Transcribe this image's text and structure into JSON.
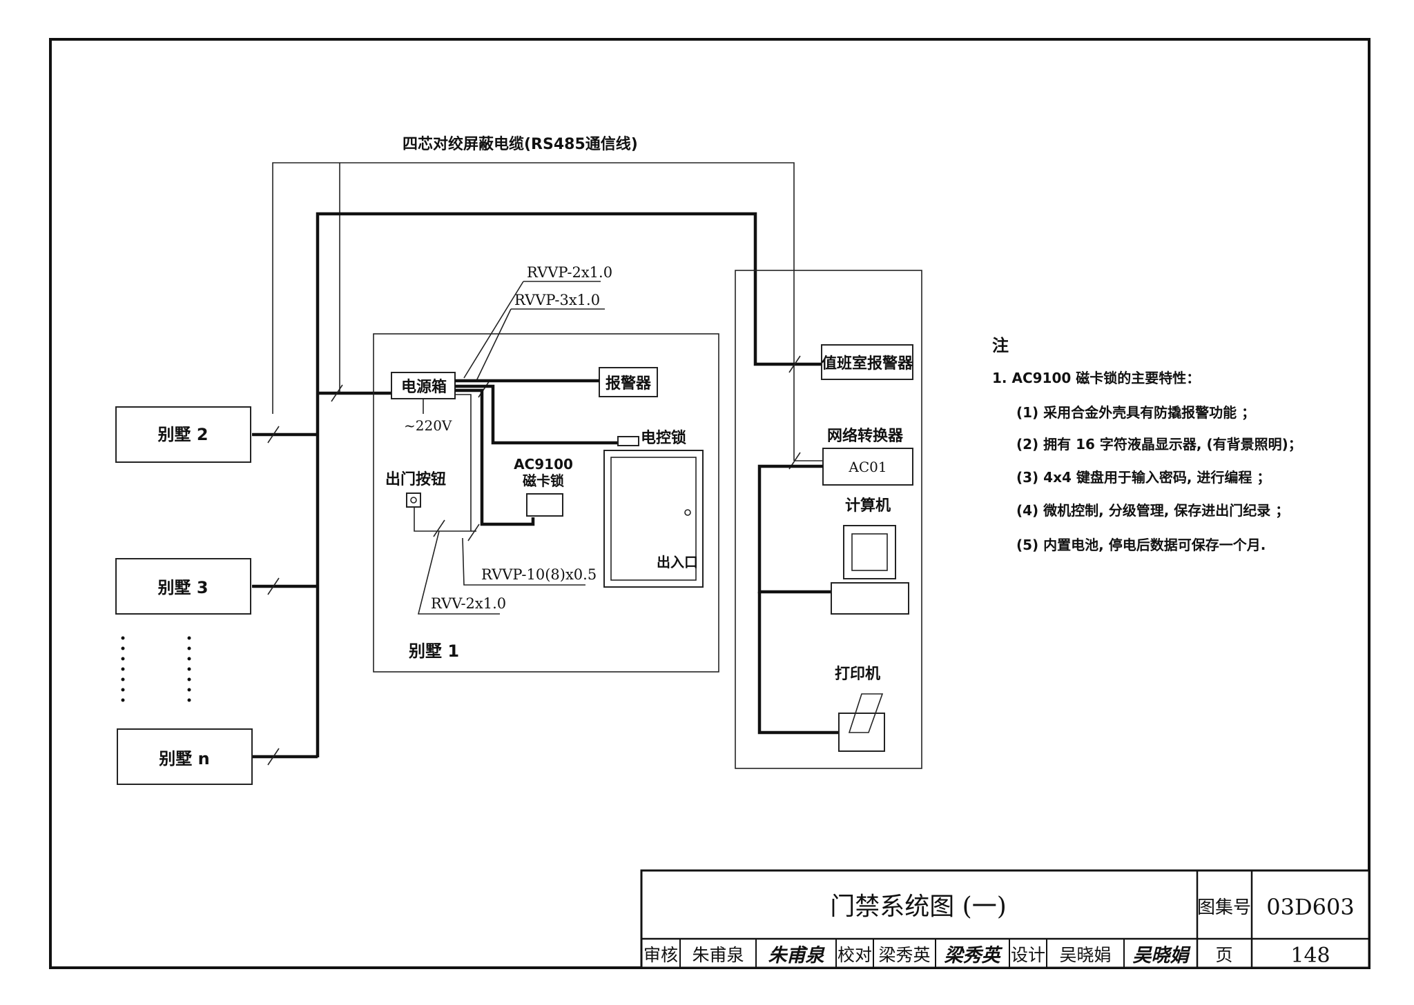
{
  "diagram": {
    "cable_label": "四芯对绞屏蔽电缆(RS485通信线)",
    "wire_labels": {
      "rvvp_2x1": "RVVP-2x1.0",
      "rvvp_3x1": "RVVP-3x1.0",
      "rvvp_10": "RVVP-10(8)x0.5",
      "rvv_2x1": "RVV-2x1.0"
    },
    "villa_boxes": [
      "别墅 2",
      "别墅 3",
      "别墅 n"
    ],
    "villa1": {
      "name": "别墅 1",
      "power_box": "电源箱",
      "voltage": "~220V",
      "alarm": "报警器",
      "electric_lock": "电控锁",
      "exit_button": "出门按钮",
      "card_lock_line1": "AC9100",
      "card_lock_line2": "磁卡锁",
      "door": "出入口"
    },
    "control_room": {
      "duty_alarm": "值班室报警器",
      "network_converter": "网络转换器",
      "converter_model": "AC01",
      "computer": "计算机",
      "printer": "打印机"
    }
  },
  "notes": {
    "heading": "注",
    "item1": "1.  AC9100 磁卡锁的主要特性：",
    "lines": [
      "(1)  采用合金外壳具有防撬报警功能 ；",
      "(2)  拥有 16 字符液晶显示器, (有背景照明)；",
      "(3)  4x4 键盘用于输入密码, 进行编程 ；",
      "(4)  微机控制, 分级管理, 保存进出门纪录 ；",
      "(5)  内置电池, 停电后数据可保存一个月."
    ]
  },
  "title_block": {
    "title": "门禁系统图 (一)",
    "atlas_label": "图集号",
    "atlas_no": "03D603",
    "review_label": "审核",
    "reviewer": "朱甫泉",
    "reviewer_sig": "朱甫泉",
    "check_label": "校对",
    "checker": "梁秀英",
    "checker_sig": "梁秀英",
    "design_label": "设计",
    "designer": "吴晓娟",
    "designer_sig": "吴晓娟",
    "page_label": "页",
    "page_no": "148"
  }
}
